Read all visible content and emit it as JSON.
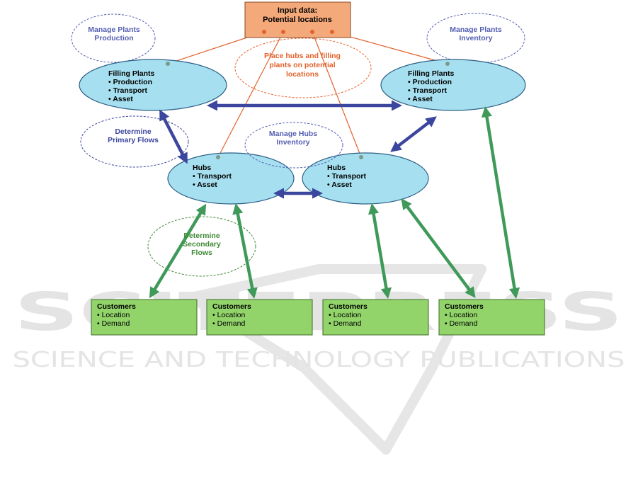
{
  "colors": {
    "input_box": "#f4a97a",
    "ellipse_fill": "#a6e0f0",
    "customer_fill": "#92d36a",
    "blue_arrow": "#3c469e",
    "green_arrow": "#3f9a5a",
    "orange_line": "#e2622c",
    "blue_label": "#5560b3",
    "green_label": "#3e8a34",
    "orange_label": "#e2622c",
    "watermark": "#e0e0e0"
  },
  "input_box": {
    "line1": "Input data:",
    "line2": "Potential locations"
  },
  "callouts": {
    "manage_plants_production": {
      "line1": "Manage Plants",
      "line2": "Production"
    },
    "manage_plants_inventory": {
      "line1": "Manage Plants",
      "line2": "Inventory"
    },
    "place_hubs": {
      "line1": "Place hubs and filling",
      "line2": "plants on potential",
      "line3": "locations"
    },
    "determine_primary": {
      "line1": "Determine",
      "line2": "Primary Flows"
    },
    "manage_hubs_inventory": {
      "line1": "Manage Hubs",
      "line2": "Inventory"
    },
    "determine_secondary": {
      "line1": "Determine",
      "line2": "Secondary",
      "line3": "Flows"
    }
  },
  "filling_plant_left": {
    "title": "Filling Plants",
    "item1": "•  Production",
    "item2": "• Transport",
    "item3": "• Asset"
  },
  "filling_plant_right": {
    "title": "Filling Plants",
    "item1": "• Production",
    "item2": "• Transport",
    "item3": "• Asset"
  },
  "hub_left": {
    "title": "Hubs",
    "item1": "• Transport",
    "item2": "• Asset"
  },
  "hub_right": {
    "title": "Hubs",
    "item1": "• Transport",
    "item2": "• Asset"
  },
  "customers": [
    {
      "title": "Customers",
      "item1": "• Location",
      "item2": "• Demand"
    },
    {
      "title": "Customers",
      "item1": "• Location",
      "item2": "• Demand"
    },
    {
      "title": "Customers",
      "item1": "• Location",
      "item2": "• Demand"
    },
    {
      "title": "Customers",
      "item1": "• Location",
      "item2": "• Demand"
    }
  ],
  "watermark": {
    "big": "SCITEPRESS",
    "small": "SCIENCE AND TECHNOLOGY PUBLICATIONS"
  }
}
